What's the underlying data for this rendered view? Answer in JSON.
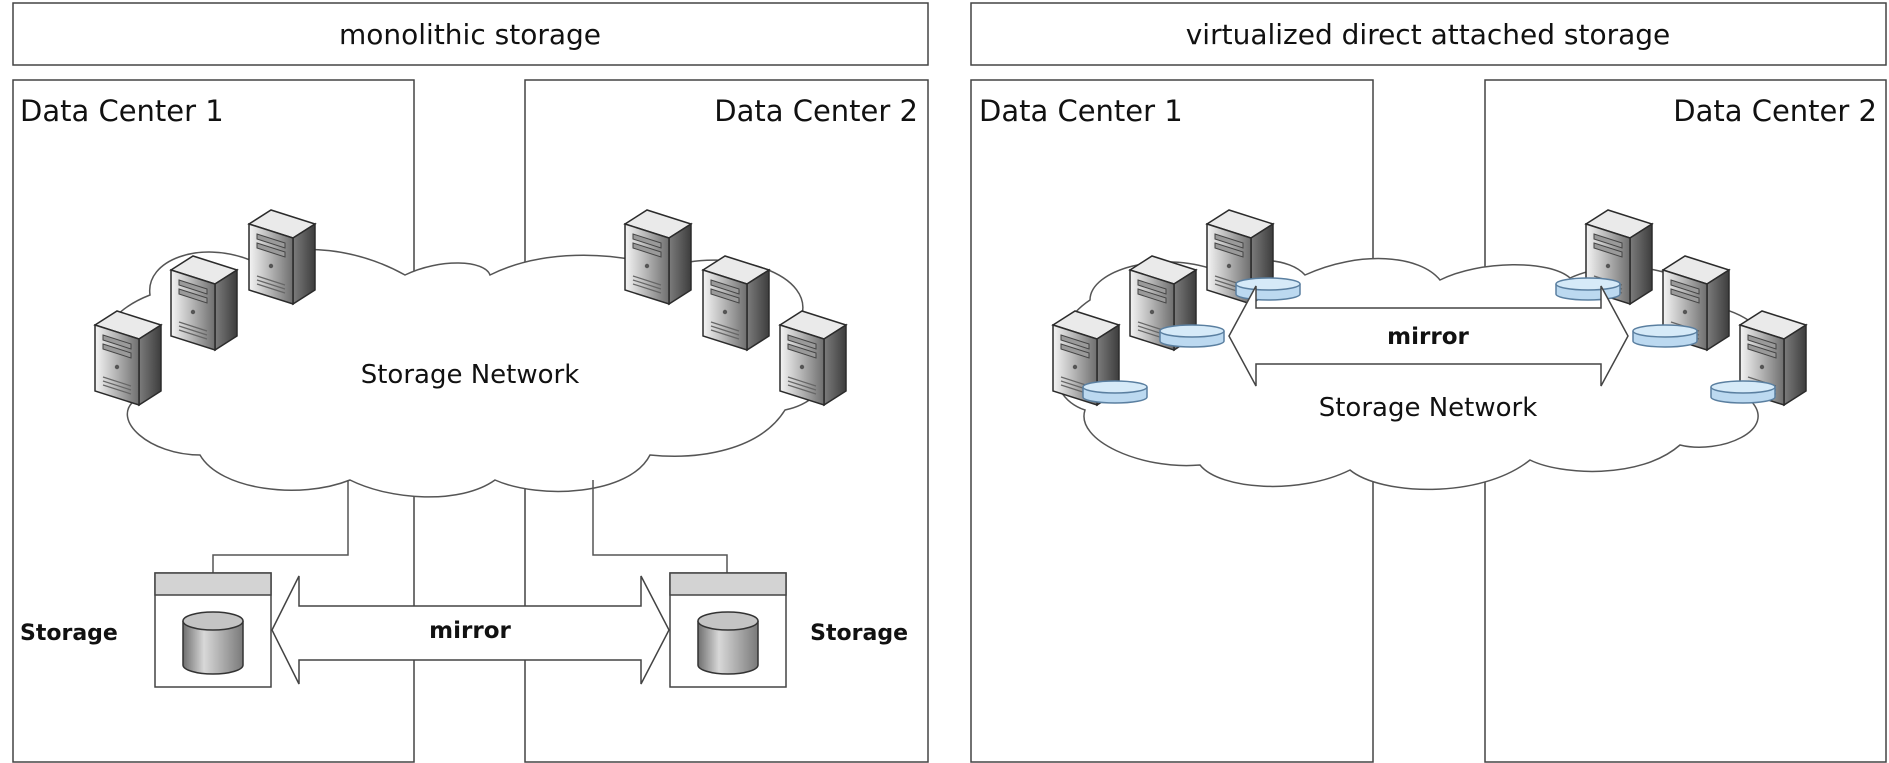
{
  "panels": [
    {
      "title": "monolithic storage",
      "dc_left": "Data Center 1",
      "dc_right": "Data Center 2",
      "network": "Storage Network",
      "mirror": "mirror",
      "storage_left": "Storage",
      "storage_right": "Storage"
    },
    {
      "title": "virtualized direct attached storage",
      "dc_left": "Data Center 1",
      "dc_right": "Data Center 2",
      "network": "Storage Network",
      "mirror": "mirror"
    }
  ],
  "colors": {
    "disk": "#bcd9f0",
    "disk_stroke": "#5a7fa0",
    "outline": "#555555",
    "server": "#8a8a8a"
  }
}
